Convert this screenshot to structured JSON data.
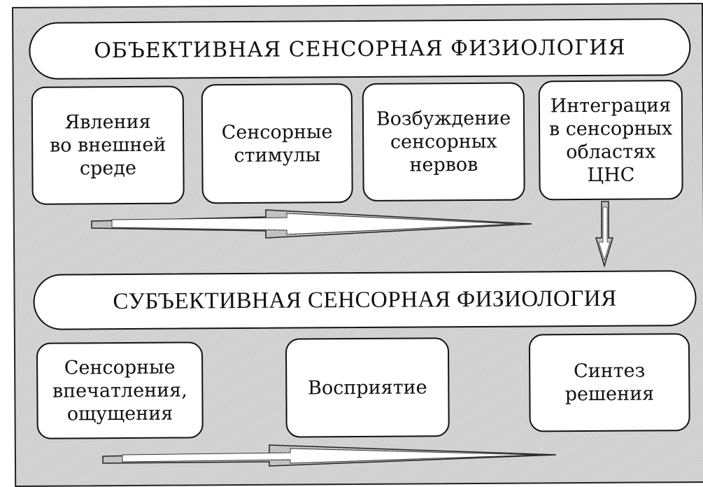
{
  "diagram": {
    "objective": {
      "title": "ОБЪЕКТИВНАЯ СЕНСОРНАЯ ФИЗИОЛОГИЯ",
      "steps": [
        "Явления\nво внешней\nсреде",
        "Сенсорные\nстимулы",
        "Возбуждение\nсенсорных\nнервов",
        "Интеграция\nв сенсорных\nобластях\nЦНС"
      ]
    },
    "subjective": {
      "title": "СУБЪЕКТИВНАЯ СЕНСОРНАЯ ФИЗИОЛОГИЯ",
      "steps": [
        "Сенсорные\nвпечатления,\nощущения",
        "Восприятие",
        "Синтез\nрешения"
      ]
    },
    "arrows": [
      {
        "from": "objective-flow",
        "direction": "right"
      },
      {
        "from": "Интеграция в сенсорных областях ЦНС",
        "to": "СУБЪЕКТИВНАЯ СЕНСОРНАЯ ФИЗИОЛОГИЯ",
        "direction": "down"
      },
      {
        "from": "subjective-flow",
        "direction": "right"
      }
    ],
    "colors": {
      "background": "#d6d6d6",
      "box_fill": "#ffffff",
      "stroke": "#111111"
    }
  }
}
